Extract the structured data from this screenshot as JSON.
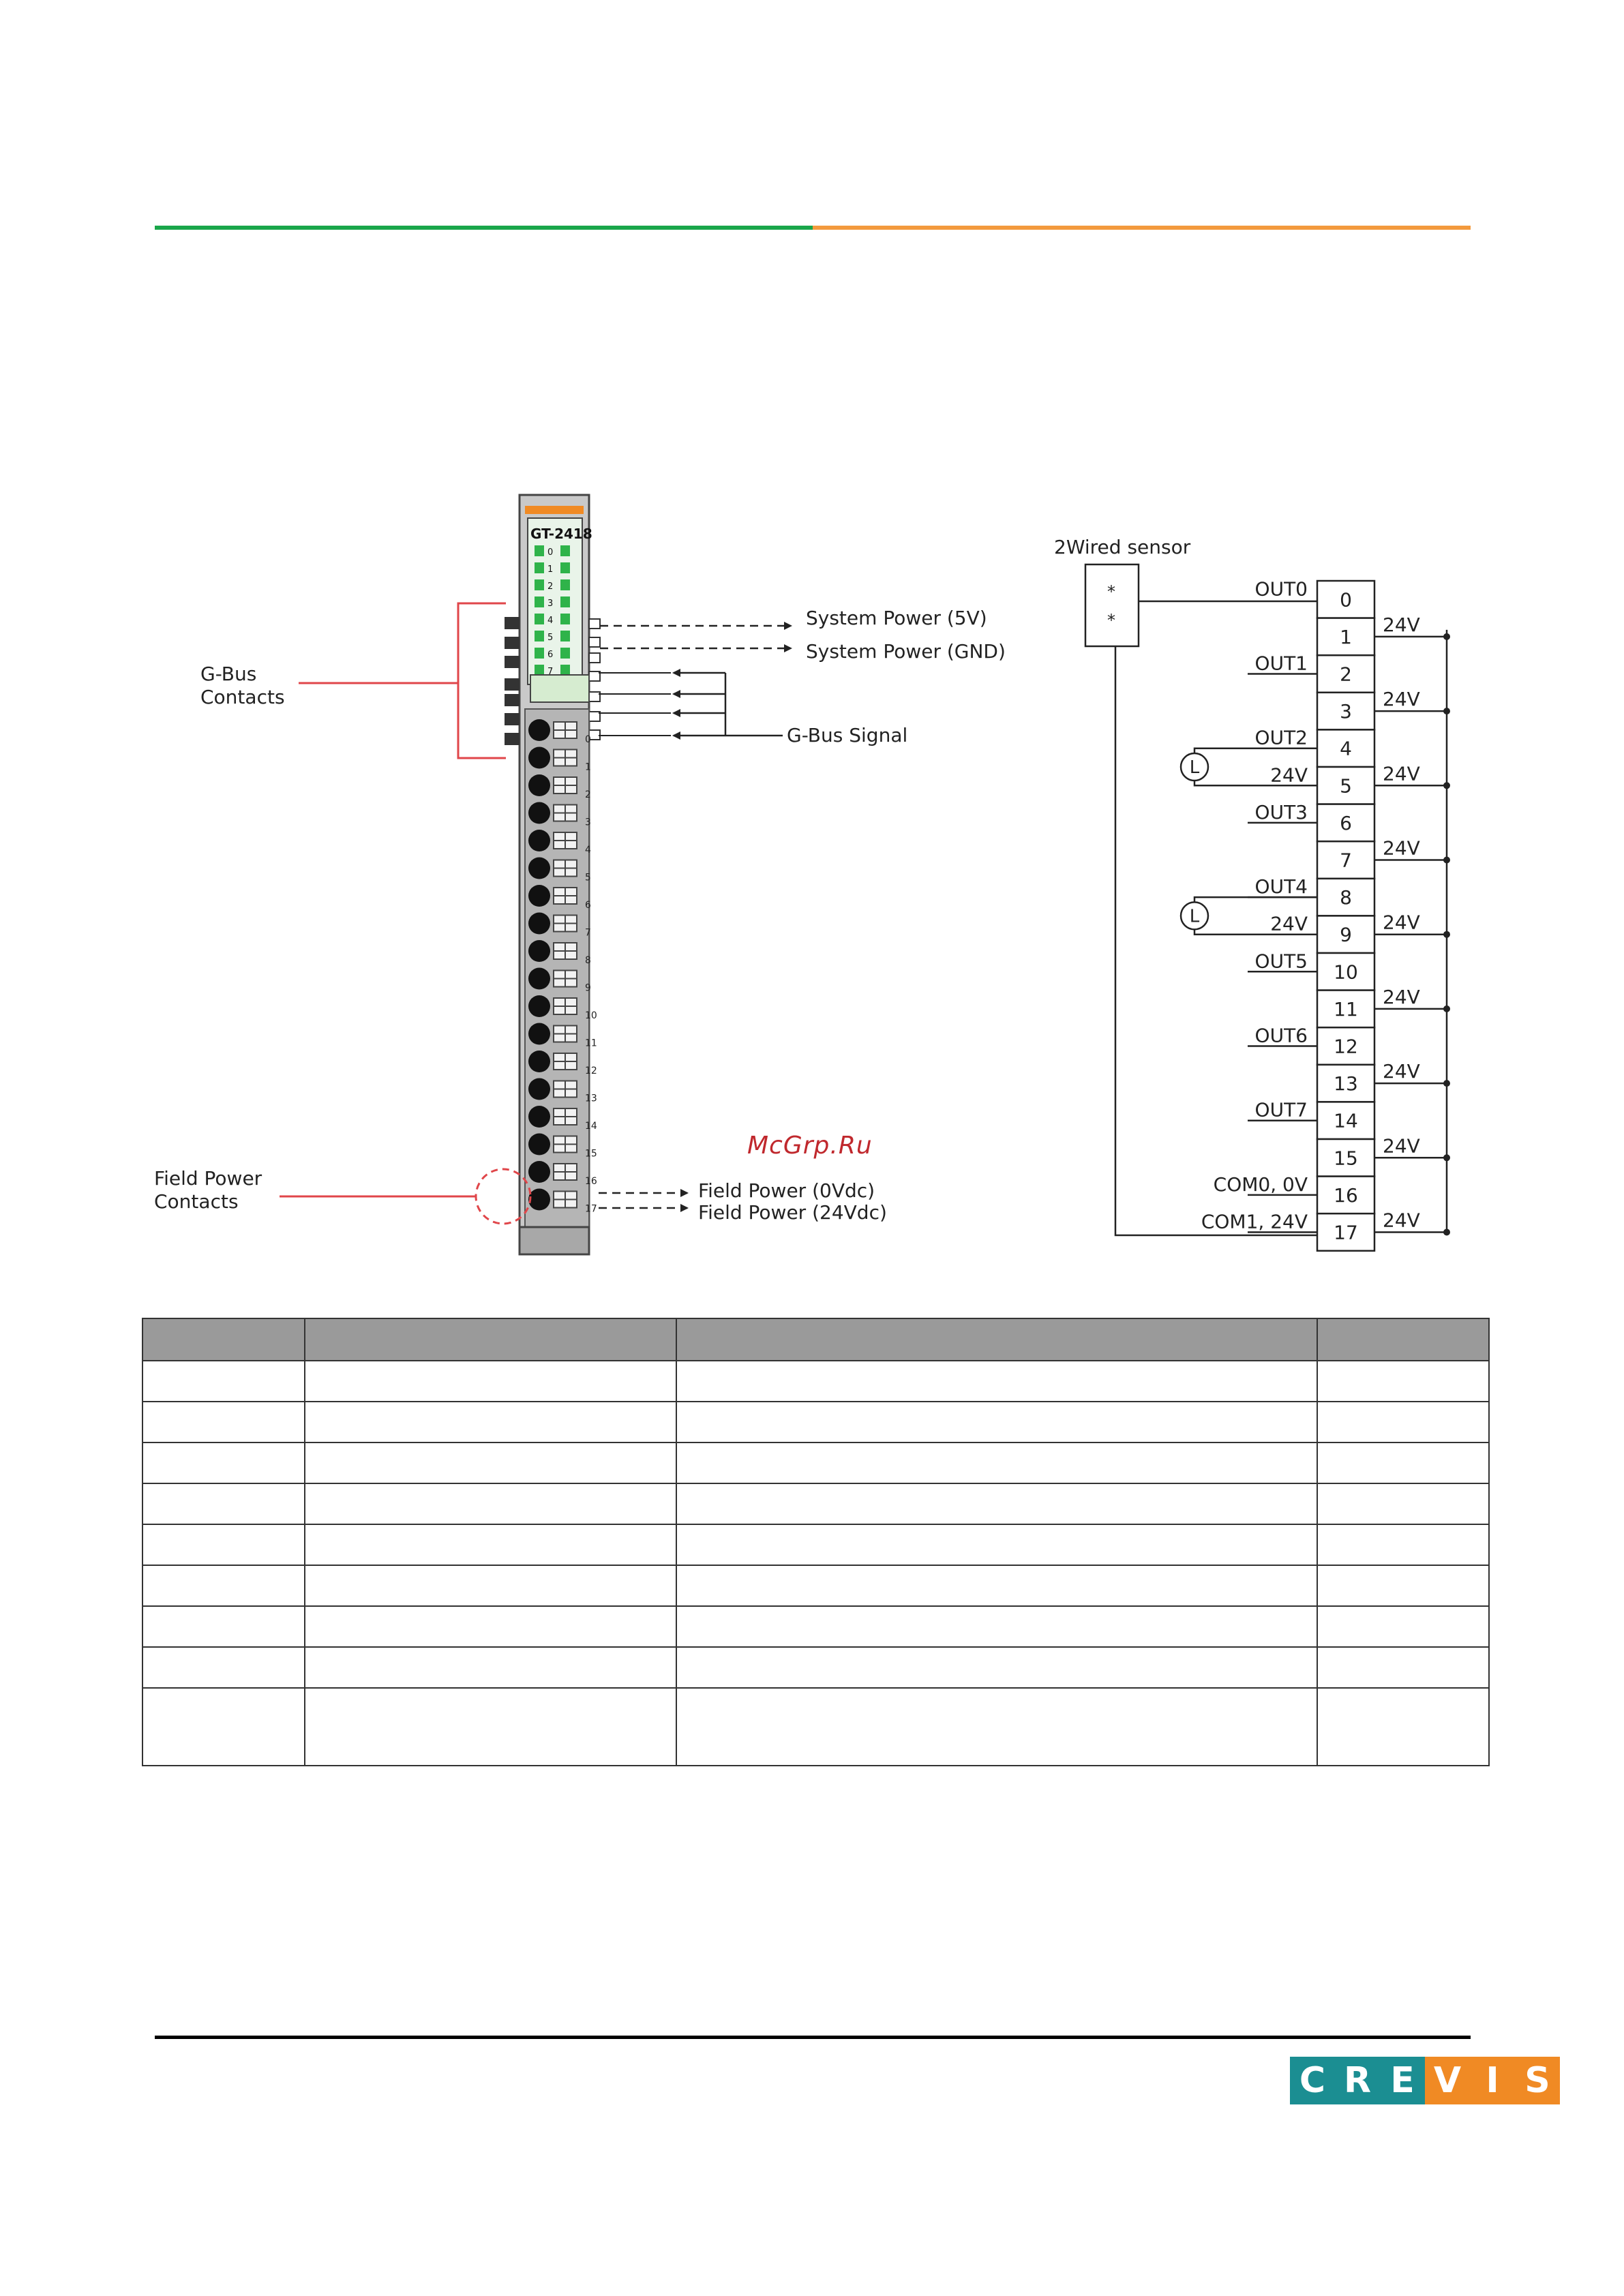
{
  "colors": {
    "accent_green": "#1aa64a",
    "accent_orange": "#f39a3d",
    "logo_teal": "#1b8e92",
    "logo_orange": "#f08a24",
    "watermark_red": "#c0282d"
  },
  "watermark": "McGrp.Ru",
  "module": {
    "label": "GT-2418",
    "led_labels": [
      "0",
      "1",
      "2",
      "3",
      "4",
      "5",
      "6",
      "7"
    ],
    "terminal_numbers": [
      "0",
      "1",
      "2",
      "3",
      "4",
      "5",
      "6",
      "7",
      "8",
      "9",
      "10",
      "11",
      "12",
      "13",
      "14",
      "15",
      "16",
      "17"
    ]
  },
  "callouts": {
    "gbus_contacts": [
      "G-Bus",
      "Contacts"
    ],
    "field_power_contacts": [
      "Field Power",
      "Contacts"
    ],
    "system_power_5v": "System Power (5V)",
    "system_power_gnd": "System Power (GND)",
    "gbus_signal": "G-Bus Signal",
    "field_power_0v": "Field Power (0Vdc)",
    "field_power_24v": "Field Power (24Vdc)"
  },
  "wiring": {
    "sensor_title": "2Wired sensor",
    "sensor_symbol": "*",
    "load_symbol": "L",
    "terminals": [
      "0",
      "1",
      "2",
      "3",
      "4",
      "5",
      "6",
      "7",
      "8",
      "9",
      "10",
      "11",
      "12",
      "13",
      "14",
      "15",
      "16",
      "17"
    ],
    "outputs": [
      "OUT0",
      "OUT1",
      "OUT2",
      "OUT3",
      "OUT4",
      "OUT5",
      "OUT6",
      "OUT7"
    ],
    "load_voltage": "24V",
    "supply_voltage": "24V",
    "com0": "COM0, 0V",
    "com1": "COM1, 24V"
  },
  "table": {
    "header": [
      "",
      "",
      "",
      ""
    ],
    "rows": [
      [
        "",
        "",
        "",
        ""
      ],
      [
        "",
        "",
        "",
        ""
      ],
      [
        "",
        "",
        "",
        ""
      ],
      [
        "",
        "",
        "",
        ""
      ],
      [
        "",
        "",
        "",
        ""
      ],
      [
        "",
        "",
        "",
        ""
      ],
      [
        "",
        "",
        "",
        ""
      ],
      [
        "",
        "",
        "",
        ""
      ],
      [
        "",
        "",
        "",
        ""
      ]
    ]
  },
  "logo": {
    "letters": [
      "C",
      "R",
      "E",
      "V",
      "I",
      "S"
    ]
  }
}
